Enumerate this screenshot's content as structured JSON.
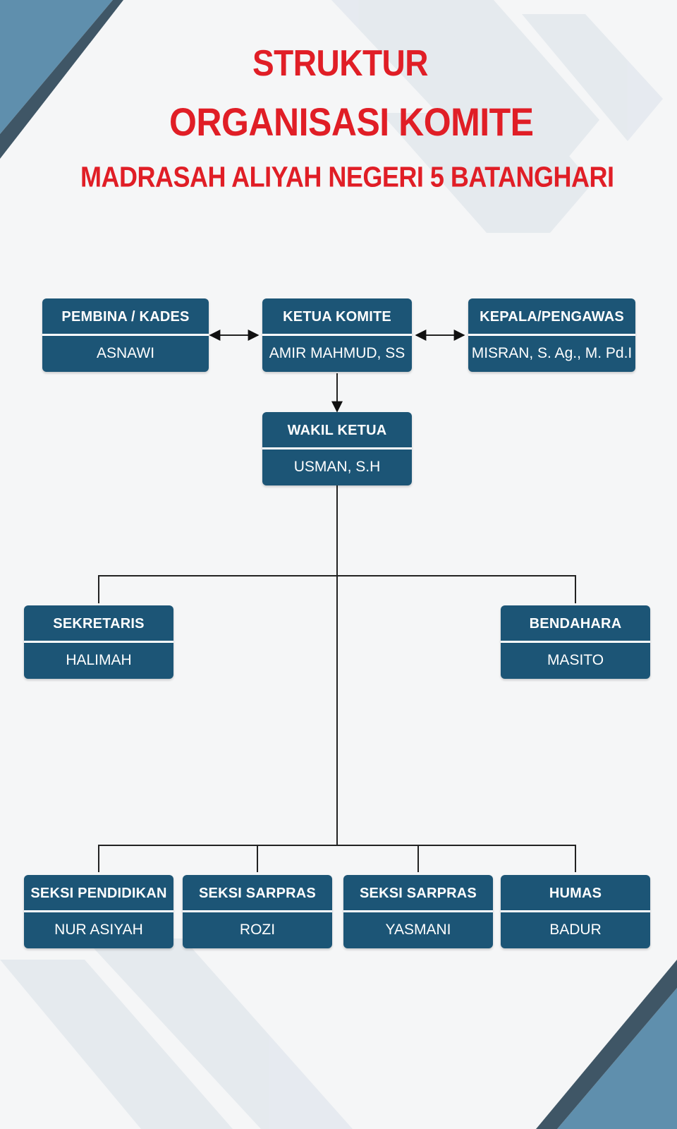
{
  "title": {
    "line1": "STRUKTUR",
    "line2": "ORGANISASI KOMITE",
    "line3": "MADRASAH ALIYAH NEGERI 5 BATANGHARI"
  },
  "nodes": {
    "pembina": {
      "role": "PEMBINA / KADES",
      "name": "ASNAWI"
    },
    "ketua": {
      "role": "KETUA KOMITE",
      "name": "AMIR MAHMUD, SS"
    },
    "kepala": {
      "role": "KEPALA/PENGAWAS",
      "name": "MISRAN, S. Ag., M. Pd.I"
    },
    "wakil": {
      "role": "WAKIL KETUA",
      "name": "USMAN, S.H"
    },
    "sekretaris": {
      "role": "SEKRETARIS",
      "name": "HALIMAH"
    },
    "bendahara": {
      "role": "BENDAHARA",
      "name": "MASITO"
    },
    "seksi_pendidikan": {
      "role": "SEKSI PENDIDIKAN",
      "name": "NUR ASIYAH"
    },
    "seksi_sarpras_1": {
      "role": "SEKSI SARPRAS",
      "name": "ROZI"
    },
    "seksi_sarpras_2": {
      "role": "SEKSI SARPRAS",
      "name": "YASMANI"
    },
    "humas": {
      "role": "HUMAS",
      "name": "BADUR"
    }
  },
  "colors": {
    "title": "#e01e26",
    "box": "#1c5576",
    "background": "#f5f6f7",
    "accent_stripe": "#5f8fad"
  }
}
